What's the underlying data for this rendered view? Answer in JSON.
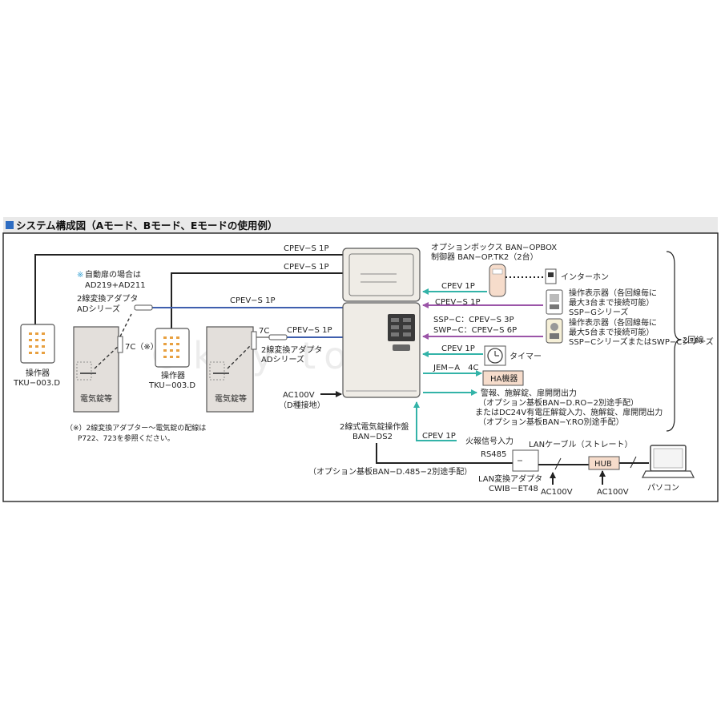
{
  "title": "システム構成図（Aモード、Bモード、Eモードの使用例）",
  "colors": {
    "blue": "#3f5fae",
    "purple": "#9b55a8",
    "teal": "#33b3a8",
    "dark": "#222222",
    "panel_fill": "#efece6",
    "ha_fill": "#f6dccb",
    "accent": "#2e6dc2"
  },
  "cables": {
    "top1": "CPEV−S 1P",
    "top2": "CPEV−S 1P",
    "blue_left": "CPEV−S 1P",
    "blue_right": "CPEV−S 1P",
    "intercom": "CPEV 1P",
    "ssp_g": "CPEV−S 1P",
    "ssp_c": "SSP−C：CPEV−S 3P",
    "swp_c": "SWP−C：CPEV−S 6P",
    "timer": "CPEV 1P",
    "jem": "JEM−A　4C",
    "fire": "CPEV 1P",
    "lan": "LANケーブル（ストレート）"
  },
  "devices": {
    "option_box_1": "オプションボックス BAN−OPBOX",
    "option_box_2": "制御器 BAN−OP.TK2（2台）",
    "intercom": "インターホン",
    "disp_g_1": "操作表示器（各回線毎に",
    "disp_g_2": "最大3台まで接続可能）",
    "disp_g_3": "SSP−Gシリーズ",
    "disp_c_1": "操作表示器（各回線毎に",
    "disp_c_2": "最大5台まで接続可能）",
    "disp_c_3": "SSP−CシリーズまたはSWP−Cシリーズ",
    "timer": "タイマー",
    "ha": "HA機器",
    "out_1": "警報、施解錠、扉開閉出力",
    "out_2": "（オプション基板BAN−D.RO−2別途手配）",
    "out_3": "またはDC24V有電圧解錠入力、施解錠、扉開閉出力",
    "out_4": "（オプション基板BAN−Y.RO別途手配）",
    "two_lines": "2回線",
    "ac100v_d": "AC100V",
    "d_ground": "（D種接地）",
    "main_1": "2線式電気錠操作盤",
    "main_2": "BAN−DS2",
    "fire_in": "火報信号入力",
    "rs485": "RS485",
    "opt485": "（オプション基板BAN−D.485−2別途手配）",
    "lan_adapter_1": "LAN変換アダプタ",
    "lan_adapter_2": "CWIB－ET48",
    "ac100v_1": "AC100V",
    "ac100v_2": "AC100V",
    "hub": "HUB",
    "pc": "パソコン",
    "auto_door_1": "自動扉の場合は",
    "auto_door_2": "AD219+AD211",
    "asterisk": "※",
    "adapter_left_1": "2線変換アダプタ",
    "adapter_left_2": "ADシリーズ",
    "adapter_right_1": "2線変換アダプタ",
    "adapter_right_2": "ADシリーズ",
    "c7_left": "7C（※）",
    "c7_right": "7C",
    "op_left_1": "操作器",
    "op_left_2": "TKU−003.D",
    "op_mid_1": "操作器",
    "op_mid_2": "TKU−003.D",
    "lock_left": "電気錠等",
    "lock_right": "電気錠等",
    "note_1": "（※）2線変換アダプター〜電気錠の配線は",
    "note_2": "P722、723を参照ください。"
  },
  "watermark": "©key town"
}
